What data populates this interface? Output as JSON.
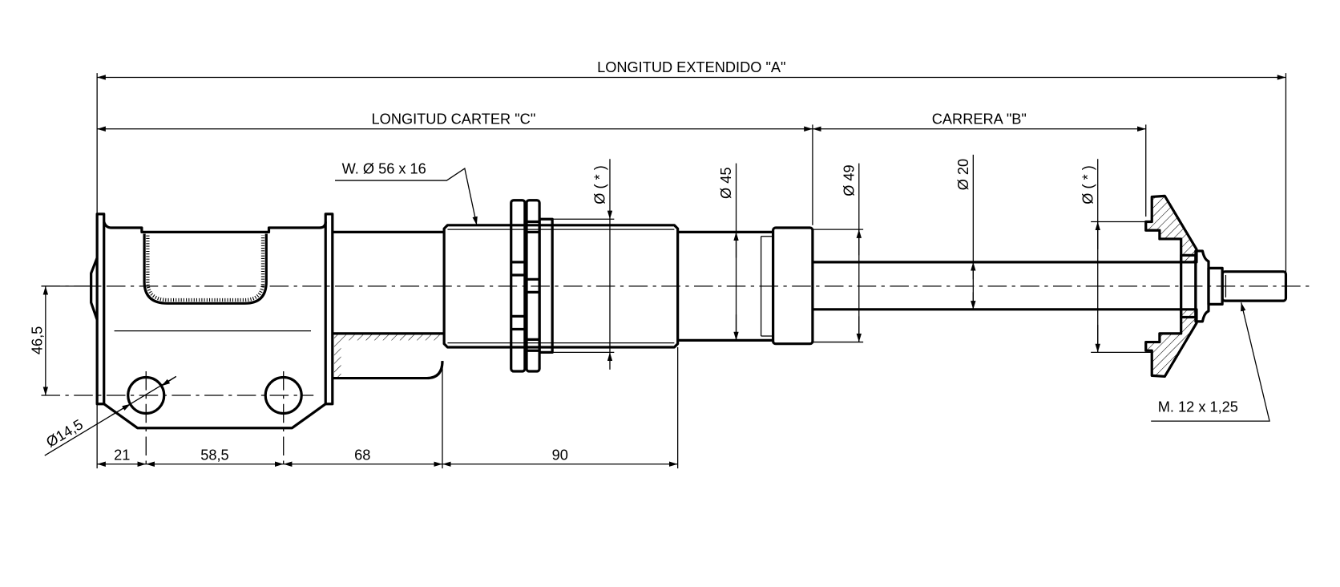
{
  "dimensions": {
    "length_extended": "LONGITUD EXTENDIDO \"A\"",
    "length_carter": "LONGITUD CARTER \"C\"",
    "stroke": "CARRERA \"B\"",
    "weld": "W. Ø 56 x 16",
    "dia_star_left": "Ø ( * )",
    "dia_45": "Ø 45",
    "dia_49": "Ø 49",
    "dia_20": "Ø 20",
    "dia_star_right": "Ø ( * )",
    "height_46_5": "46,5",
    "hole_dia": "Ø14,5",
    "d21": "21",
    "d58_5": "58,5",
    "d68": "68",
    "d90": "90",
    "thread": "M. 12 x 1,25"
  },
  "colors": {
    "line": "#000000",
    "background": "#ffffff"
  }
}
